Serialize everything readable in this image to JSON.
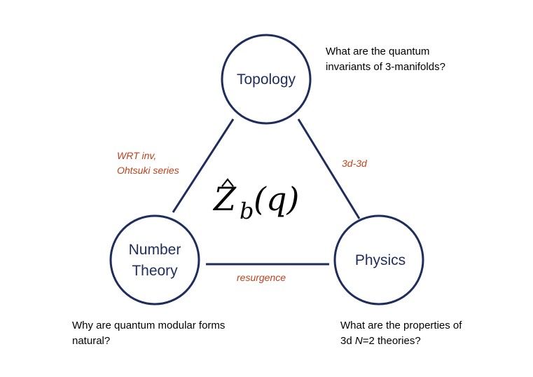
{
  "colors": {
    "circle": "#1f2d5c",
    "edge_label": "#c0401b",
    "text": "#000000"
  },
  "nodes": {
    "topology": {
      "label": "Topology"
    },
    "number_theory": {
      "label_line1": "Number",
      "label_line2": "Theory"
    },
    "physics": {
      "label": "Physics"
    }
  },
  "edges": {
    "topology_number_theory": {
      "label_line1": "WRT inv,",
      "label_line2": "Ohtsuki series"
    },
    "topology_physics": {
      "label": "3d-3d"
    },
    "number_theory_physics": {
      "label": "resurgence"
    }
  },
  "center": {
    "symbol": "Z",
    "subscript": "b",
    "argument": "(q)"
  },
  "questions": {
    "topology": {
      "line1": "What are the quantum",
      "line2": "invariants of 3-manifolds?"
    },
    "number_theory": {
      "line1": "Why are quantum modular forms",
      "line2": "natural?"
    },
    "physics": {
      "line1": "What are the properties of",
      "line2_pre": "3d ",
      "line2_italic": "N",
      "line2_post": "=2 theories?"
    }
  }
}
